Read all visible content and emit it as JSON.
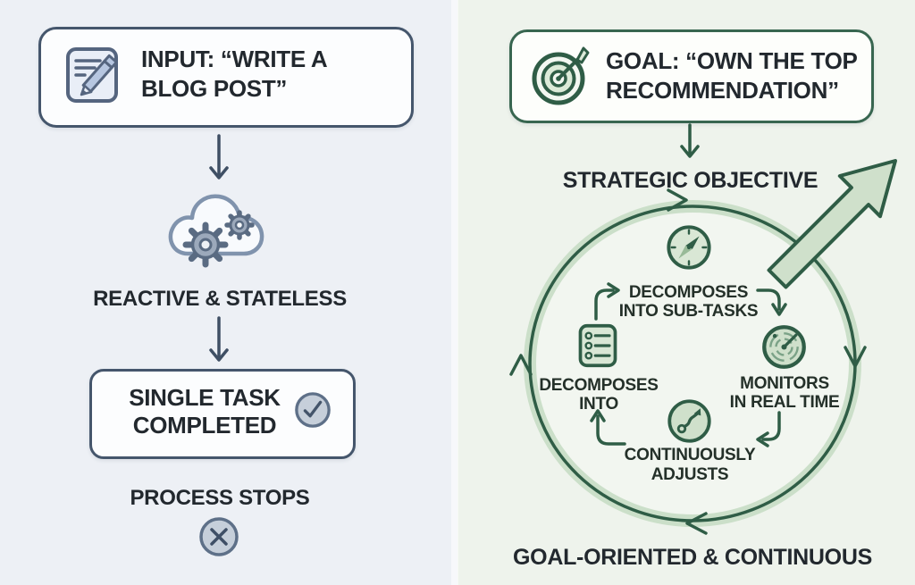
{
  "left_panel": {
    "background": "#edf0f5",
    "accent": "#45566c",
    "input_box": {
      "icon": "note-pencil-icon",
      "lines": [
        "INPUT: “WRITE A",
        "BLOG POST”"
      ]
    },
    "cloud_icon": "cloud-gears-icon",
    "stage_label": "REACTIVE & STATELESS",
    "task_box": {
      "icon": "check-circle-icon",
      "lines": [
        "SINGLE TASK",
        "COMPLETED"
      ]
    },
    "end_label": "PROCESS STOPS",
    "end_icon": "x-circle-icon"
  },
  "right_panel": {
    "background": "#eef3ec",
    "accent": "#2f5d46",
    "goal_box": {
      "icon": "target-arrow-icon",
      "lines": [
        "GOAL: “OWN THE TOP",
        "RECOMMENDATION”"
      ]
    },
    "objective_label": "STRATEGIC OBJECTIVE",
    "cycle": {
      "direction": "clockwise",
      "top": {
        "icon": "compass-icon",
        "lines": [
          "DECOMPOSES",
          "INTO SUB-TASKS"
        ]
      },
      "right": {
        "icon": "radar-icon",
        "lines": [
          "MONITORS",
          "IN REAL TIME"
        ]
      },
      "bottom": {
        "icon": "adjust-icon",
        "lines": [
          "CONTINUOUSLY",
          "ADJUSTS"
        ]
      },
      "left": {
        "icon": "checklist-icon",
        "lines": [
          "DECOMPOSES",
          "INTO"
        ]
      }
    },
    "footer_label": "GOAL-ORIENTED & CONTINUOUS"
  }
}
